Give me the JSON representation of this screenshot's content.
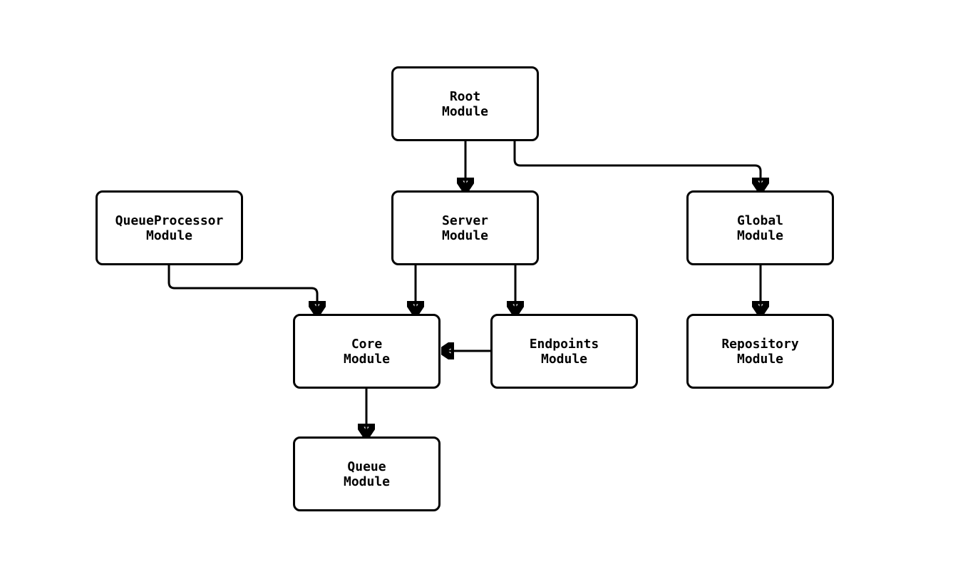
{
  "diagram": {
    "type": "module-dependency-flowchart",
    "background": "#ffffff",
    "node_fill": "#ffffff",
    "stroke_color": "#000000",
    "text_color": "#000000",
    "nodes": {
      "root": {
        "line1": "Root",
        "line2": "Module"
      },
      "queueprocessor": {
        "line1": "QueueProcessor",
        "line2": "Module"
      },
      "server": {
        "line1": "Server",
        "line2": "Module"
      },
      "global": {
        "line1": "Global",
        "line2": "Module"
      },
      "core": {
        "line1": "Core",
        "line2": "Module"
      },
      "endpoints": {
        "line1": "Endpoints",
        "line2": "Module"
      },
      "repository": {
        "line1": "Repository",
        "line2": "Module"
      },
      "queue": {
        "line1": "Queue",
        "line2": "Module"
      }
    },
    "edges": [
      {
        "from": "Root Module",
        "to": "Server Module"
      },
      {
        "from": "Root Module",
        "to": "Global Module"
      },
      {
        "from": "QueueProcessor Module",
        "to": "Core Module"
      },
      {
        "from": "Server Module",
        "to": "Core Module"
      },
      {
        "from": "Server Module",
        "to": "Endpoints Module"
      },
      {
        "from": "Endpoints Module",
        "to": "Core Module"
      },
      {
        "from": "Global Module",
        "to": "Repository Module"
      },
      {
        "from": "Core Module",
        "to": "Queue Module"
      }
    ]
  }
}
